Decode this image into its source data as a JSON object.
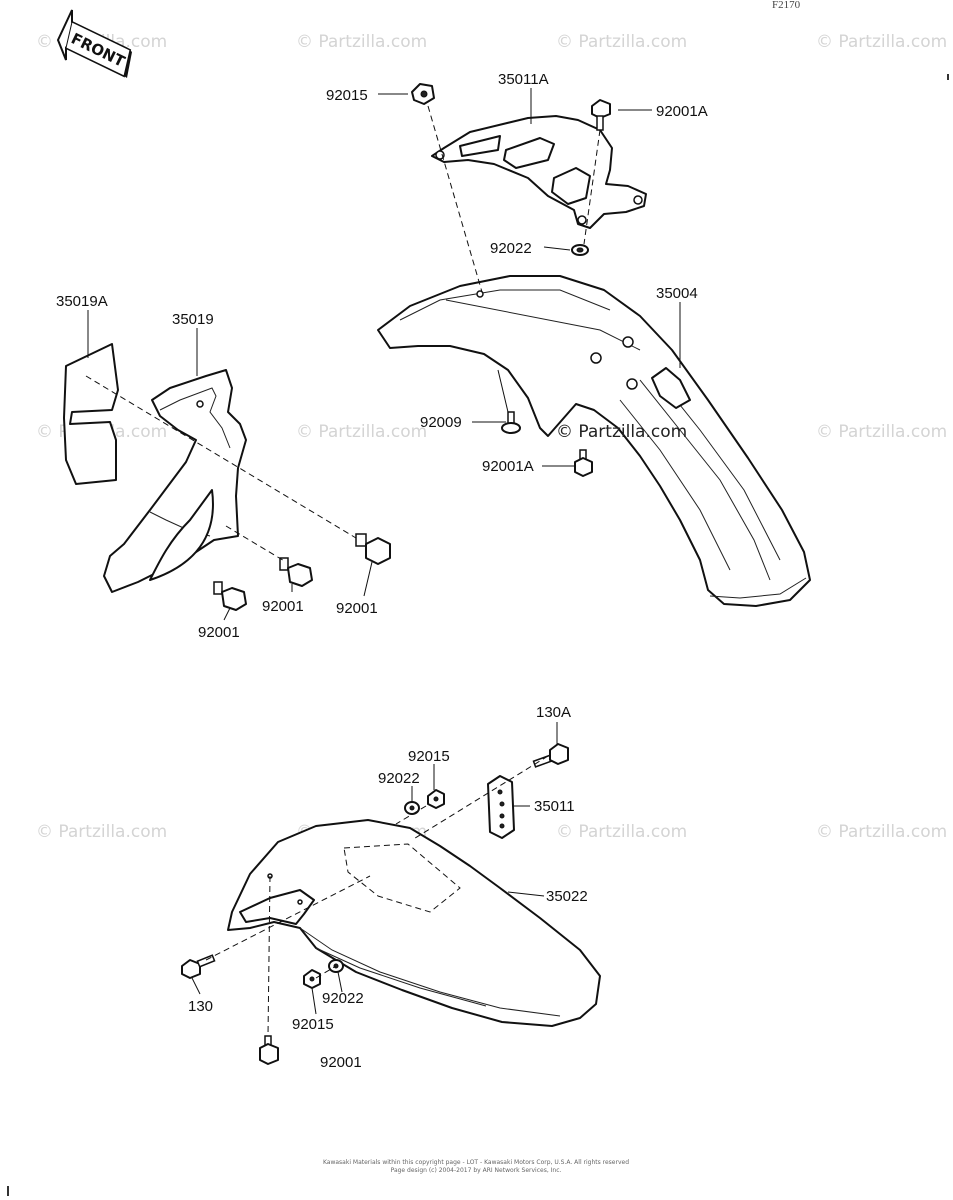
{
  "header": {
    "page_code": "F2170"
  },
  "front_badge": {
    "text": "FRONT"
  },
  "watermark": {
    "text": "© Partzilla.com"
  },
  "center_watermark": {
    "text": "© Partzilla.com"
  },
  "parts": [
    {
      "id": "p-92015-top",
      "label": "92015"
    },
    {
      "id": "p-35011A",
      "label": "35011A"
    },
    {
      "id": "p-92001A-top",
      "label": "92001A"
    },
    {
      "id": "p-92022-top",
      "label": "92022"
    },
    {
      "id": "p-35004",
      "label": "35004"
    },
    {
      "id": "p-35019A",
      "label": "35019A"
    },
    {
      "id": "p-35019",
      "label": "35019"
    },
    {
      "id": "p-92009",
      "label": "92009"
    },
    {
      "id": "p-92001A-mid",
      "label": "92001A"
    },
    {
      "id": "p-92001-a",
      "label": "92001"
    },
    {
      "id": "p-92001-b",
      "label": "92001"
    },
    {
      "id": "p-92001-c",
      "label": "92001"
    },
    {
      "id": "p-130A",
      "label": "130A"
    },
    {
      "id": "p-92015-mid",
      "label": "92015"
    },
    {
      "id": "p-92022-mid",
      "label": "92022"
    },
    {
      "id": "p-35011",
      "label": "35011"
    },
    {
      "id": "p-35022",
      "label": "35022"
    },
    {
      "id": "p-130",
      "label": "130"
    },
    {
      "id": "p-92022-low",
      "label": "92022"
    },
    {
      "id": "p-92015-low",
      "label": "92015"
    },
    {
      "id": "p-92001-low",
      "label": "92001"
    }
  ],
  "footer": {
    "line1": "Kawasaki Materials within this copyright page - LOT - Kawasaki Motors Corp, U.S.A. All rights reserved",
    "line2": "Page design (c) 2004-2017 by ARI Network Services, Inc."
  }
}
